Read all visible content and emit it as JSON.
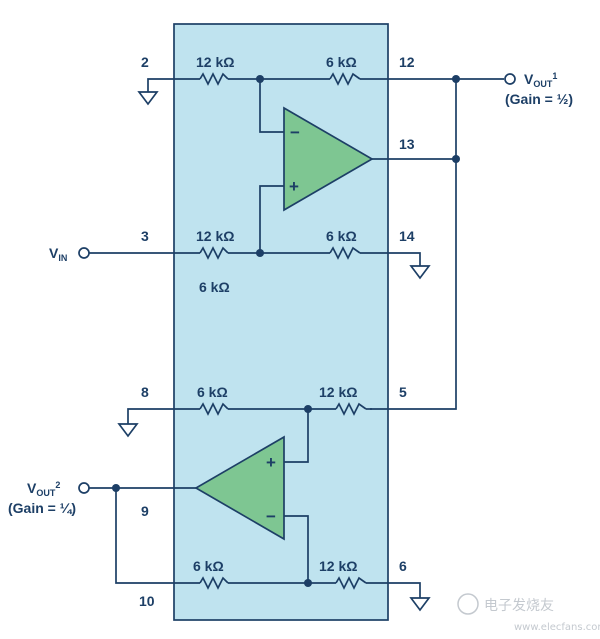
{
  "pins": {
    "p2": "2",
    "p12": "12",
    "p13": "13",
    "p3": "3",
    "p14": "14",
    "p8": "8",
    "p5": "5",
    "p9": "9",
    "p10": "10",
    "p6": "6"
  },
  "resistors": {
    "r_12k_top": "12 kΩ",
    "r_6k_top": "6 kΩ",
    "r_12k_mid": "12 kΩ",
    "r_6k_mid": "6 kΩ",
    "r_6k_label_below": "6 kΩ",
    "r_6k_low1": "6 kΩ",
    "r_12k_low1": "12 kΩ",
    "r_6k_low2": "6 kΩ",
    "r_12k_low2": "12 kΩ"
  },
  "signals": {
    "vin_main": "V",
    "vin_sub": "IN",
    "vout1_main": "V",
    "vout1_sub": "OUT",
    "vout1_sup": "1",
    "vout1_gain": "(Gain = ½)",
    "vout2_main": "V",
    "vout2_sub": "OUT",
    "vout2_sup": "2",
    "vout2_gain": "(Gain = ¼)"
  },
  "opamp_signs": {
    "top_minus": "−",
    "top_plus": "+",
    "bottom_plus": "+",
    "bottom_minus": "−"
  },
  "watermark": {
    "text": "电子发烧友",
    "url": "www.elecfans.com"
  },
  "colors": {
    "chip_fill": "#bfe3ef",
    "wire": "#1d3f66",
    "opamp_fill": "#7ec692"
  }
}
